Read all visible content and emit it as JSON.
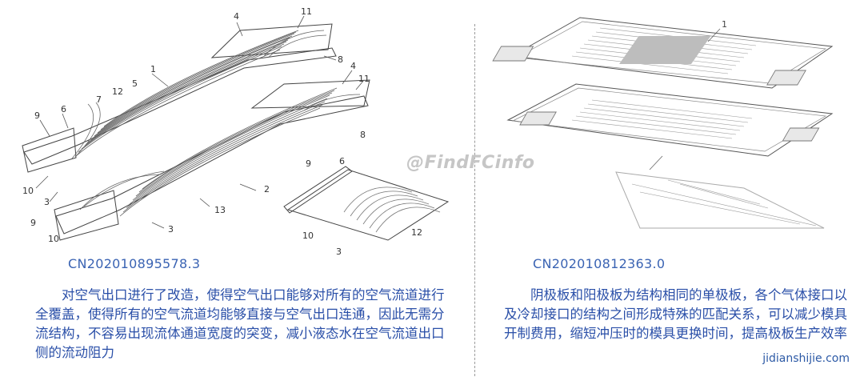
{
  "left": {
    "patent_number": "CN202010895578.3",
    "description": "对空气出口进行了改造，使得空气出口能够对所有的空气流道进行全覆盖，使得所有的空气流道均能够直接与空气出口连通，因此无需分流结构，不容易出现流体通道宽度的突变，减小液态水在空气流道出口侧的流动阻力",
    "callouts": [
      "1",
      "2",
      "3",
      "3",
      "4",
      "4",
      "5",
      "6",
      "6",
      "7",
      "8",
      "8",
      "9",
      "9",
      "9",
      "10",
      "10",
      "10",
      "11",
      "11",
      "12",
      "12",
      "13"
    ]
  },
  "right": {
    "patent_number": "CN202010812363.0",
    "description": "阴极板和阳极板为结构相同的单极板，各个气体接口以及冷却接口的结构之间形成特殊的匹配关系，可以减少模具开制费用，缩短冲压时的模具更换时间，提高极板生产效率",
    "callouts": [
      "1"
    ]
  },
  "watermark": "@FindFCinfo",
  "site_credit": "jidianshijie.com"
}
